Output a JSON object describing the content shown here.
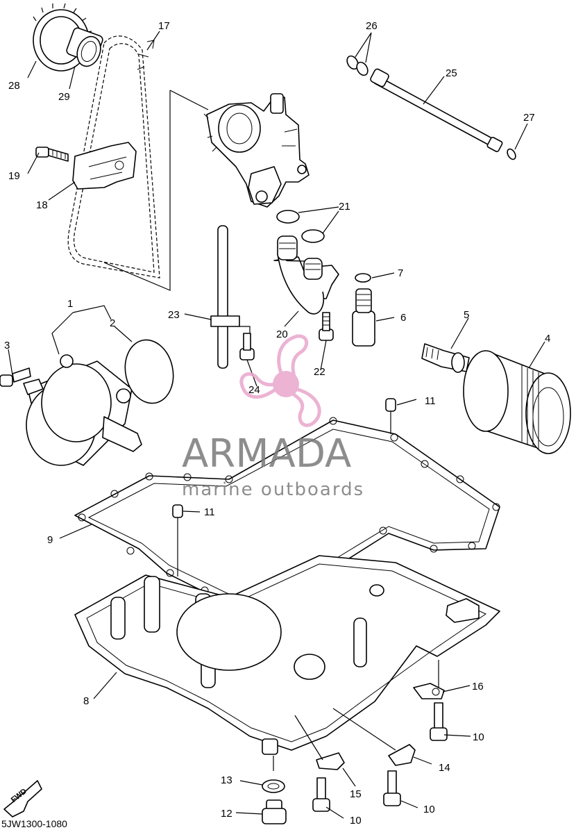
{
  "diagram_code": "5JW1300-1080",
  "fwd_label": "FWD",
  "watermark": {
    "brand": "ARMADA",
    "tagline": "marine outboards",
    "colors": {
      "pink": "#e9a6cc",
      "dark_pink": "#d77ab0",
      "gray": "#7a7a7a"
    }
  },
  "callouts": [
    "1",
    "2",
    "3",
    "4",
    "5",
    "6",
    "7",
    "8",
    "9",
    "10",
    "11",
    "12",
    "13",
    "14",
    "15",
    "16",
    "17",
    "18",
    "19",
    "20",
    "21",
    "22",
    "23",
    "24",
    "25",
    "26",
    "27",
    "28",
    "29"
  ]
}
